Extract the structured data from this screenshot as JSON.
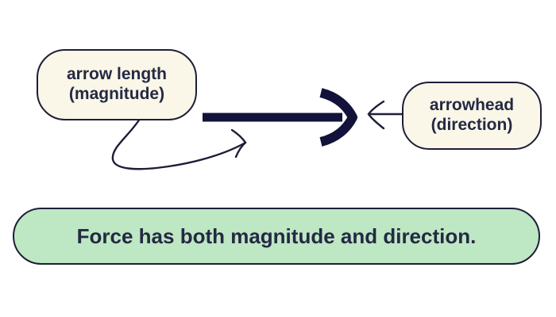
{
  "colors": {
    "background": "#ffffff",
    "ink": "#1d1e38",
    "arrow": "#12123a",
    "text": "#242943",
    "bubble_fill": "#faf6e8",
    "banner_fill": "#bee7c4"
  },
  "bubbles": {
    "magnitude": {
      "line1": "arrow length",
      "line2": "(magnitude)"
    },
    "direction": {
      "line1": "arrowhead",
      "line2": "(direction)"
    }
  },
  "caption": {
    "text": "Force has both magnitude and direction."
  },
  "arrows": {
    "force_vector": "thick-right-arrow-icon",
    "magnitude_pointer": "curved-connector-arrow-icon",
    "direction_pointer": "thin-left-arrow-icon"
  }
}
